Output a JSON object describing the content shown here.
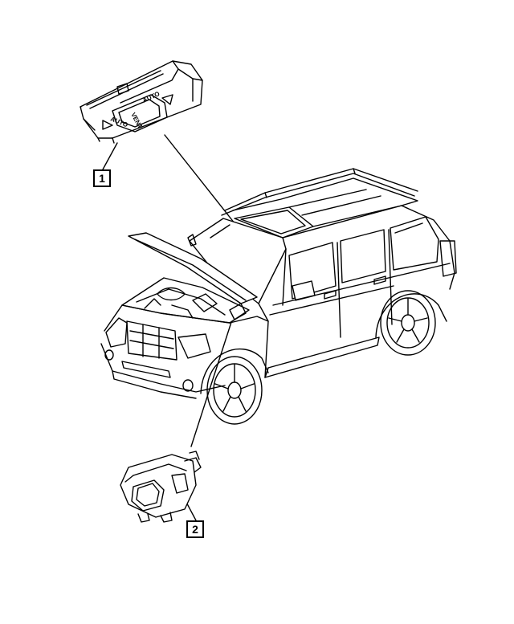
{
  "callouts": [
    {
      "number": "1"
    },
    {
      "number": "2"
    }
  ],
  "switch_labels": {
    "auto_upper": "AUTO",
    "vent": "VENT",
    "auto_lower": "AUTO"
  },
  "colors": {
    "line": "#000000",
    "background": "#ffffff"
  }
}
